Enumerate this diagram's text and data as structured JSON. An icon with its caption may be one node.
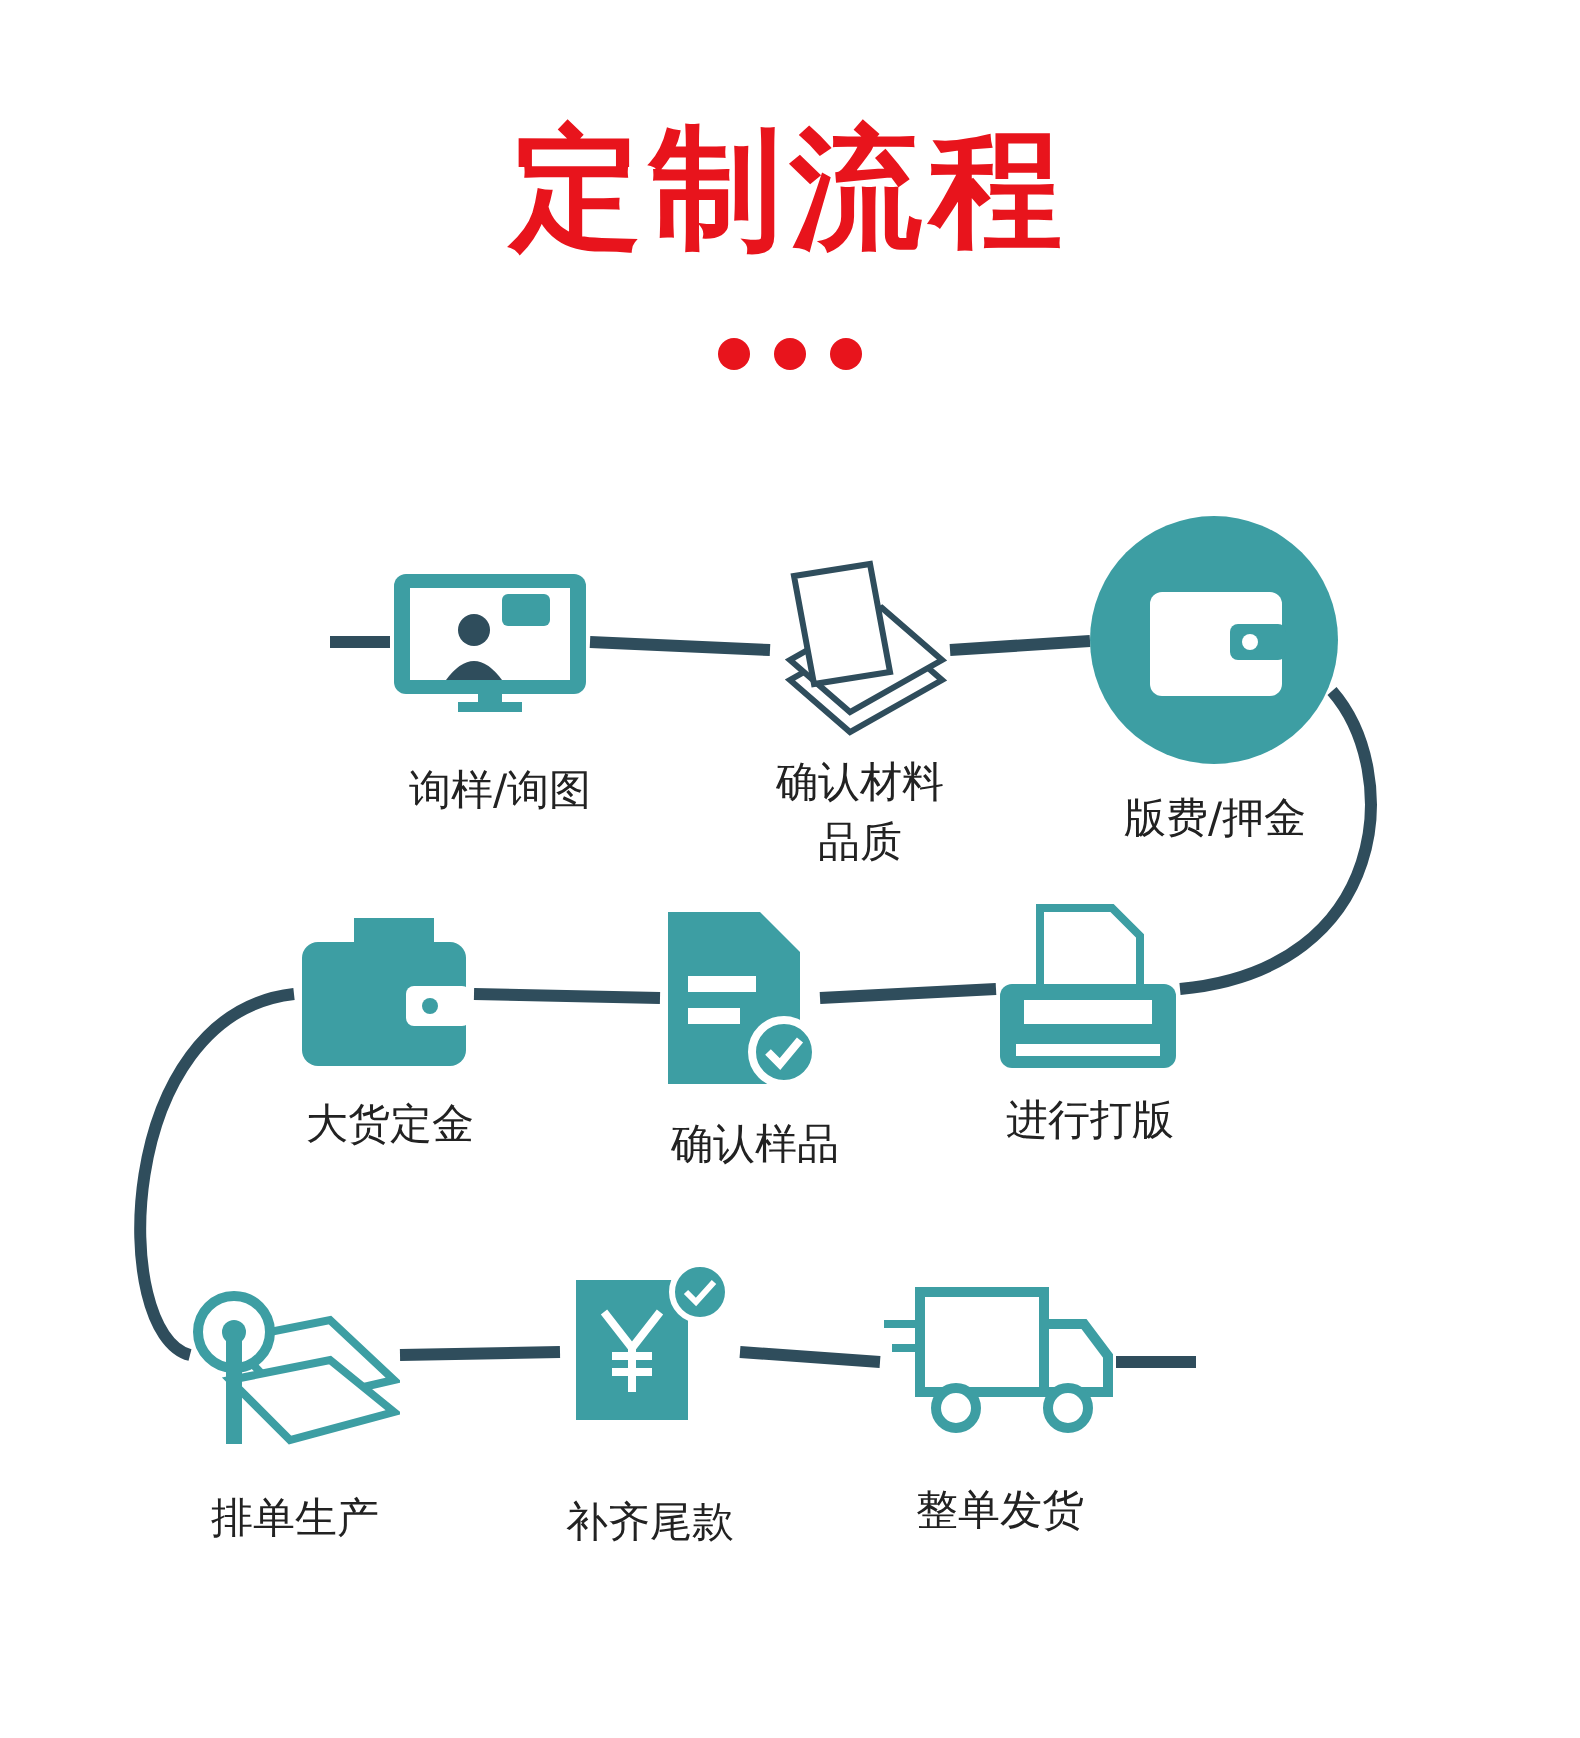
{
  "diagram": {
    "title": "定制流程",
    "nodes": [
      {
        "text": [
          "询样/询图"
        ]
      },
      {
        "text": [
          "确认材料品质"
        ]
      },
      {
        "text": [
          "版费/押金"
        ]
      },
      {
        "text": [
          "进行打版"
        ]
      },
      {
        "text": [
          "确认样品"
        ]
      },
      {
        "text": [
          "大货定金"
        ]
      },
      {
        "text": [
          "排单生产"
        ]
      },
      {
        "text": [
          "补齐尾款"
        ]
      },
      {
        "text": [
          "整单发货"
        ]
      }
    ],
    "edges": [
      {
        "from": null,
        "to": 0,
        "arrow": "none"
      },
      {
        "from": 0,
        "to": 1,
        "arrow": "none"
      },
      {
        "from": 1,
        "to": 2,
        "arrow": "none"
      },
      {
        "from": 2,
        "to": 3,
        "arrow": "none"
      },
      {
        "from": 3,
        "to": 4,
        "arrow": "none"
      },
      {
        "from": 4,
        "to": 5,
        "arrow": "none"
      },
      {
        "from": 5,
        "to": 6,
        "arrow": "none"
      },
      {
        "from": 6,
        "to": 7,
        "arrow": "none"
      },
      {
        "from": 7,
        "to": 8,
        "arrow": "none"
      },
      {
        "from": 8,
        "to": null,
        "arrow": "none"
      }
    ]
  }
}
